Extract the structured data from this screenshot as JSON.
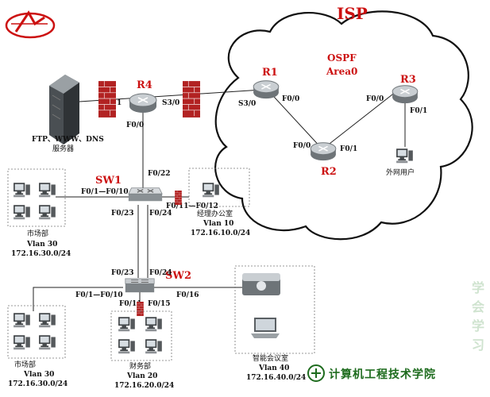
{
  "cloud": {
    "title": "ISP",
    "protocol": "OSPF",
    "area": "Area0"
  },
  "devices": {
    "r1": "R1",
    "r2": "R2",
    "r3": "R3",
    "r4": "R4",
    "sw1": "SW1",
    "sw2": "SW2"
  },
  "ports": {
    "r4_left": "1",
    "r4_s30": "S3/0",
    "r1_s30": "S3/0",
    "r4_f00": "F0/0",
    "r1_f00": "F0/0",
    "r2_f00": "F0/0",
    "r2_f01": "F0/1",
    "r3_f00": "F0/0",
    "r3_f01": "F0/1",
    "sw1_f022": "F0/22",
    "sw1_f01_f010": "F0/1—F0/10",
    "sw1_f011_f012": "F0/11—F0/12",
    "sw1_f023": "F0/23",
    "sw1_f024": "F0/24",
    "sw2_f023": "F0/23",
    "sw2_f024": "F0/24",
    "sw2_f01_f010": "F0/1—F0/10",
    "sw2_f011": "F0/11",
    "sw2_f015": "F0/15",
    "sw2_f016": "F0/16"
  },
  "server": {
    "line1": "FTP、WWW、DNS",
    "line2": "服务器"
  },
  "external_user": "外网用户",
  "groups": {
    "manager": {
      "name": "经理办公室",
      "vlan": "Vlan 10",
      "subnet": "172.16.10.0/24"
    },
    "market1": {
      "name": "市场部",
      "vlan": "Vlan 30",
      "subnet": "172.16.30.0/24"
    },
    "market2": {
      "name": "市场部",
      "vlan": "Vlan 30",
      "subnet": "172.16.30.0/24"
    },
    "finance": {
      "name": "财务部",
      "vlan": "Vlan 20",
      "subnet": "172.16.20.0/24"
    },
    "meeting": {
      "name": "智能会议室",
      "vlan": "Vlan 40",
      "subnet": "172.16.40.0/24"
    }
  },
  "footer": "计算机工程技术学院",
  "watermark": [
    "学",
    "会",
    "学",
    "习"
  ],
  "colors": {
    "accent": "#cc1111",
    "footer": "#1d6b1d",
    "firewall": "#b22222"
  }
}
